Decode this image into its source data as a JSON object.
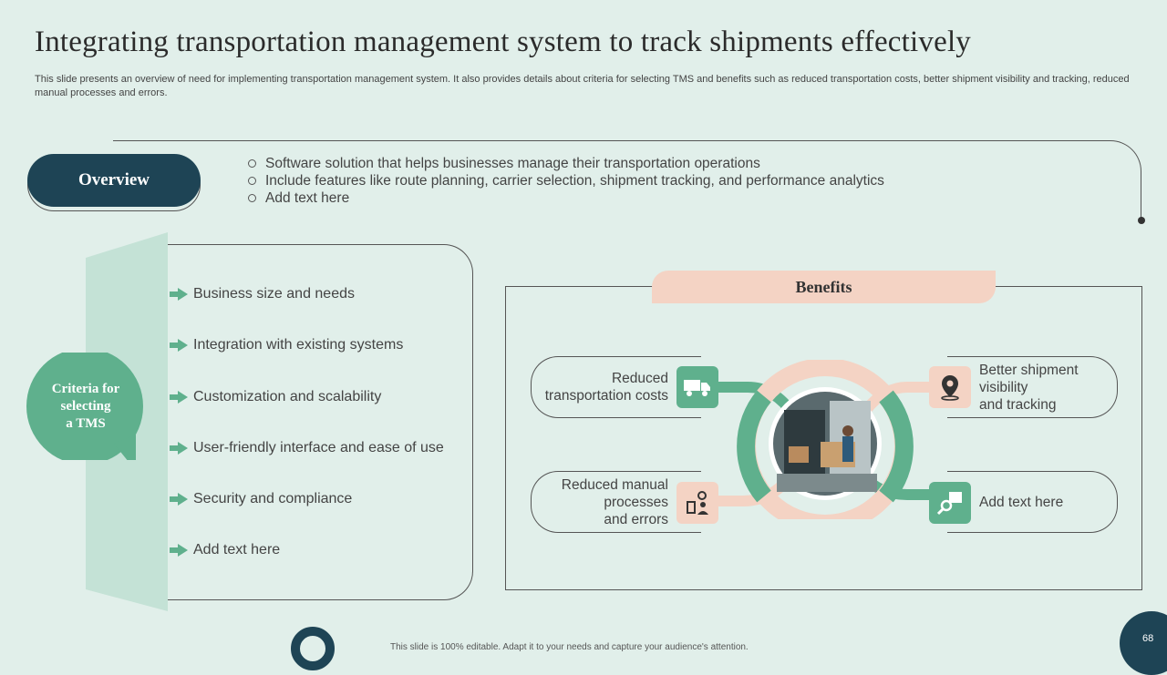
{
  "title": "Integrating transportation management system to track shipments effectively",
  "subtitle": "This slide presents an overview of need for implementing transportation management system. It also provides details about criteria for selecting TMS and benefits such as reduced transportation costs, better shipment visibility and tracking, reduced manual processes and errors.",
  "overview": {
    "label": "Overview",
    "points": [
      "Software solution that helps businesses manage their transportation operations",
      "Include features like route planning, carrier selection, shipment tracking, and performance analytics",
      "Add text here"
    ]
  },
  "criteria": {
    "label": "Criteria for selecting a TMS",
    "label_lines": [
      "Criteria for",
      "selecting",
      "a TMS"
    ],
    "items": [
      "Business size and needs",
      "Integration with existing systems",
      "Customization and scalability",
      "User-friendly interface and ease of use",
      "Security and compliance",
      "Add text here"
    ]
  },
  "benefits": {
    "label": "Benefits",
    "items": [
      {
        "lines": [
          "Reduced",
          "transportation costs"
        ],
        "icon": "truck-icon"
      },
      {
        "lines": [
          "Reduced manual",
          "processes",
          "and errors"
        ],
        "icon": "process-person-icon"
      },
      {
        "lines": [
          "Better shipment",
          "visibility",
          "and tracking"
        ],
        "icon": "location-pin-icon"
      },
      {
        "lines": [
          "Add text here"
        ],
        "icon": "search-boxes-icon"
      }
    ]
  },
  "footer": "This slide is 100% editable. Adapt it to your needs and capture your audience's attention.",
  "page_number": "68",
  "colors": {
    "background": "#e1efea",
    "dark_teal": "#1e4455",
    "green": "#5fb08d",
    "light_green": "#c4e2d6",
    "peach": "#f4d3c4"
  }
}
